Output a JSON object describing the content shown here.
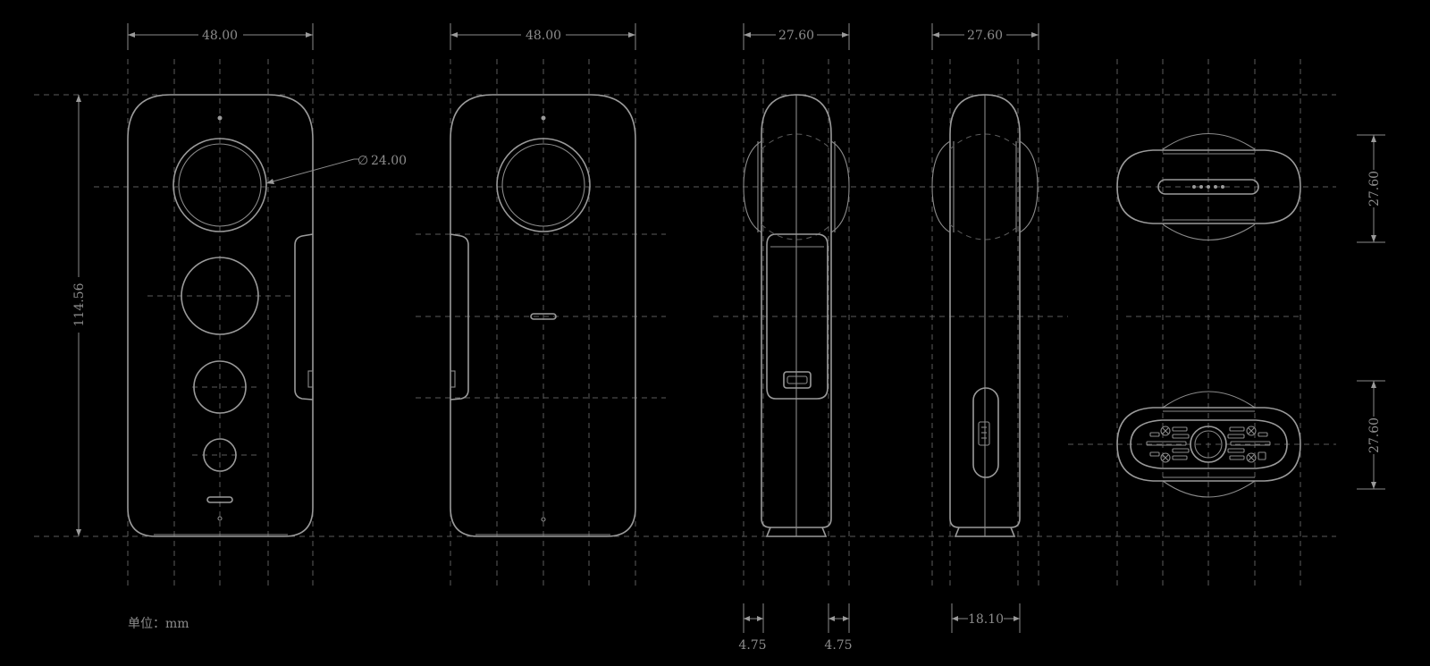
{
  "dimensions": {
    "front_width": "48.00",
    "back_width": "48.00",
    "side_left_width": "27.60",
    "side_right_width": "27.60",
    "height": "114.56",
    "lens_diameter": "24.00",
    "diameter_symbol": "∅",
    "top_view_depth": "27.60",
    "bottom_view_depth": "27.60",
    "lens_offset_left": "4.75",
    "lens_offset_right": "4.75",
    "port_width": "18.10"
  },
  "unit_label": "单位：mm",
  "colors": {
    "background": "#000000",
    "line": "#9a9a9a",
    "dash": "#5c5c5c",
    "text": "#8c8c8c"
  }
}
